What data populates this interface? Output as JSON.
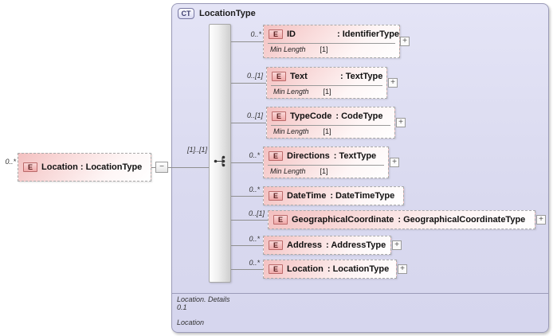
{
  "icons": {
    "plus": "+",
    "minus": "−"
  },
  "badges": {
    "element": "E",
    "complex_type": "CT"
  },
  "root_element": {
    "cardinality": "0..*",
    "label": "Location : LocationType"
  },
  "container": {
    "title": "LocationType",
    "sequence_cardinality": "[1]..[1]",
    "children": [
      {
        "cardinality": "0..*",
        "name": "ID",
        "type": ": IdentifierType",
        "facet_name": "Min Length",
        "facet_value": "[1]"
      },
      {
        "cardinality": "0..[1]",
        "name": "Text",
        "type": ": TextType",
        "facet_name": "Min Length",
        "facet_value": "[1]"
      },
      {
        "cardinality": "0..[1]",
        "name": "TypeCode",
        "type": ": CodeType",
        "facet_name": "Min Length",
        "facet_value": "[1]"
      },
      {
        "cardinality": "0..*",
        "name": "Directions",
        "type": ": TextType",
        "facet_name": "Min Length",
        "facet_value": "[1]"
      },
      {
        "cardinality": "0..*",
        "name": "DateTime",
        "type": ": DateTimeType"
      },
      {
        "cardinality": "0..[1]",
        "name": "GeographicalCoordinate",
        "type": ": GeographicalCoordinateType"
      },
      {
        "cardinality": "0..*",
        "name": "Address",
        "type": ": AddressType"
      },
      {
        "cardinality": "0..*",
        "name": "Location",
        "type": ": LocationType"
      }
    ],
    "footer": {
      "line1": "Location. Details",
      "line2": "0.1",
      "line3": "Location"
    }
  },
  "colors": {
    "container_bg": "#dcdcf2",
    "element_pink": "#f3c0c0",
    "container_border": "#9b9bb8"
  }
}
